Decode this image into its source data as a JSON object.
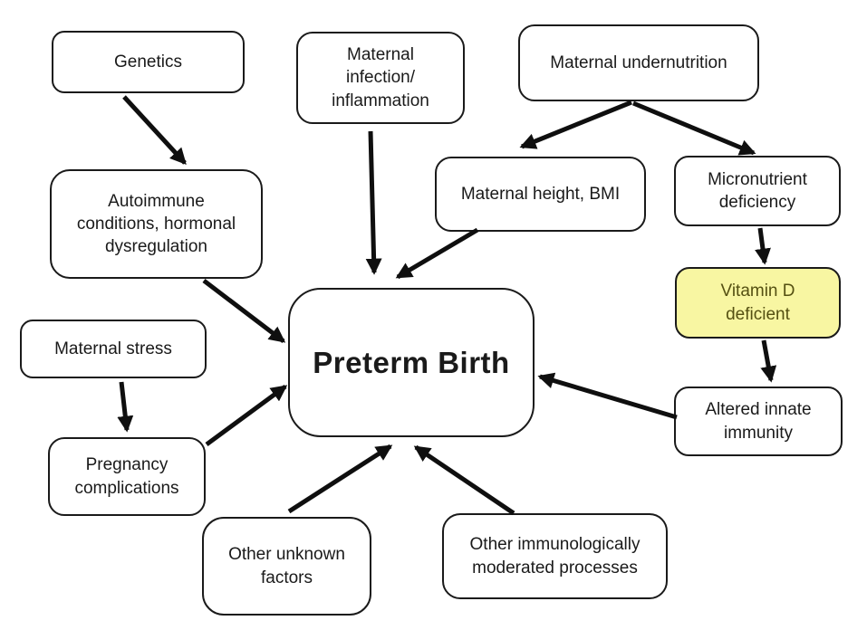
{
  "diagram": {
    "type": "flow-diagram",
    "central_topic": "Preterm Birth",
    "colors": {
      "background": "#ffffff",
      "line": "#0f0f0f",
      "box_border": "#1a1a1a",
      "box_fill": "#ffffff",
      "text": "#1a1a1a",
      "highlight_fill": "#f8f6a2",
      "highlight_text": "#555012"
    },
    "nodes": [
      {
        "id": "genetics",
        "label": "Genetics"
      },
      {
        "id": "maternal-infection",
        "label": "Maternal\ninfection/\ninflammation"
      },
      {
        "id": "maternal-undernutrition",
        "label": "Maternal undernutrition"
      },
      {
        "id": "autoimmune",
        "label": "Autoimmune\nconditions, hormonal\ndysregulation"
      },
      {
        "id": "maternal-height-bmi",
        "label": "Maternal height, BMI"
      },
      {
        "id": "micronutrient-deficiency",
        "label": "Micronutrient\ndeficiency"
      },
      {
        "id": "vitamin-d-deficient",
        "label": "Vitamin D\ndeficient",
        "style": "highlight"
      },
      {
        "id": "maternal-stress",
        "label": "Maternal stress"
      },
      {
        "id": "preterm-birth",
        "label": "Preterm Birth",
        "style": "emphasis"
      },
      {
        "id": "pregnancy-complications",
        "label": "Pregnancy\ncomplications"
      },
      {
        "id": "altered-innate-immunity",
        "label": "Altered innate\nimmunity"
      },
      {
        "id": "other-unknown-factors",
        "label": "Other unknown\nfactors"
      },
      {
        "id": "other-immunologically-moderated",
        "label": "Other immunologically\nmoderated processes"
      }
    ],
    "edges": [
      {
        "from": "genetics",
        "to": "autoimmune"
      },
      {
        "from": "maternal-infection",
        "to": "preterm-birth"
      },
      {
        "from": "maternal-undernutrition",
        "to": "maternal-height-bmi"
      },
      {
        "from": "maternal-undernutrition",
        "to": "micronutrient-deficiency"
      },
      {
        "from": "maternal-height-bmi",
        "to": "preterm-birth"
      },
      {
        "from": "micronutrient-deficiency",
        "to": "vitamin-d-deficient"
      },
      {
        "from": "vitamin-d-deficient",
        "to": "altered-innate-immunity"
      },
      {
        "from": "altered-innate-immunity",
        "to": "preterm-birth"
      },
      {
        "from": "autoimmune",
        "to": "preterm-birth"
      },
      {
        "from": "maternal-stress",
        "to": "pregnancy-complications"
      },
      {
        "from": "pregnancy-complications",
        "to": "preterm-birth"
      },
      {
        "from": "other-unknown-factors",
        "to": "preterm-birth"
      },
      {
        "from": "other-immunologically-moderated",
        "to": "preterm-birth"
      }
    ]
  }
}
